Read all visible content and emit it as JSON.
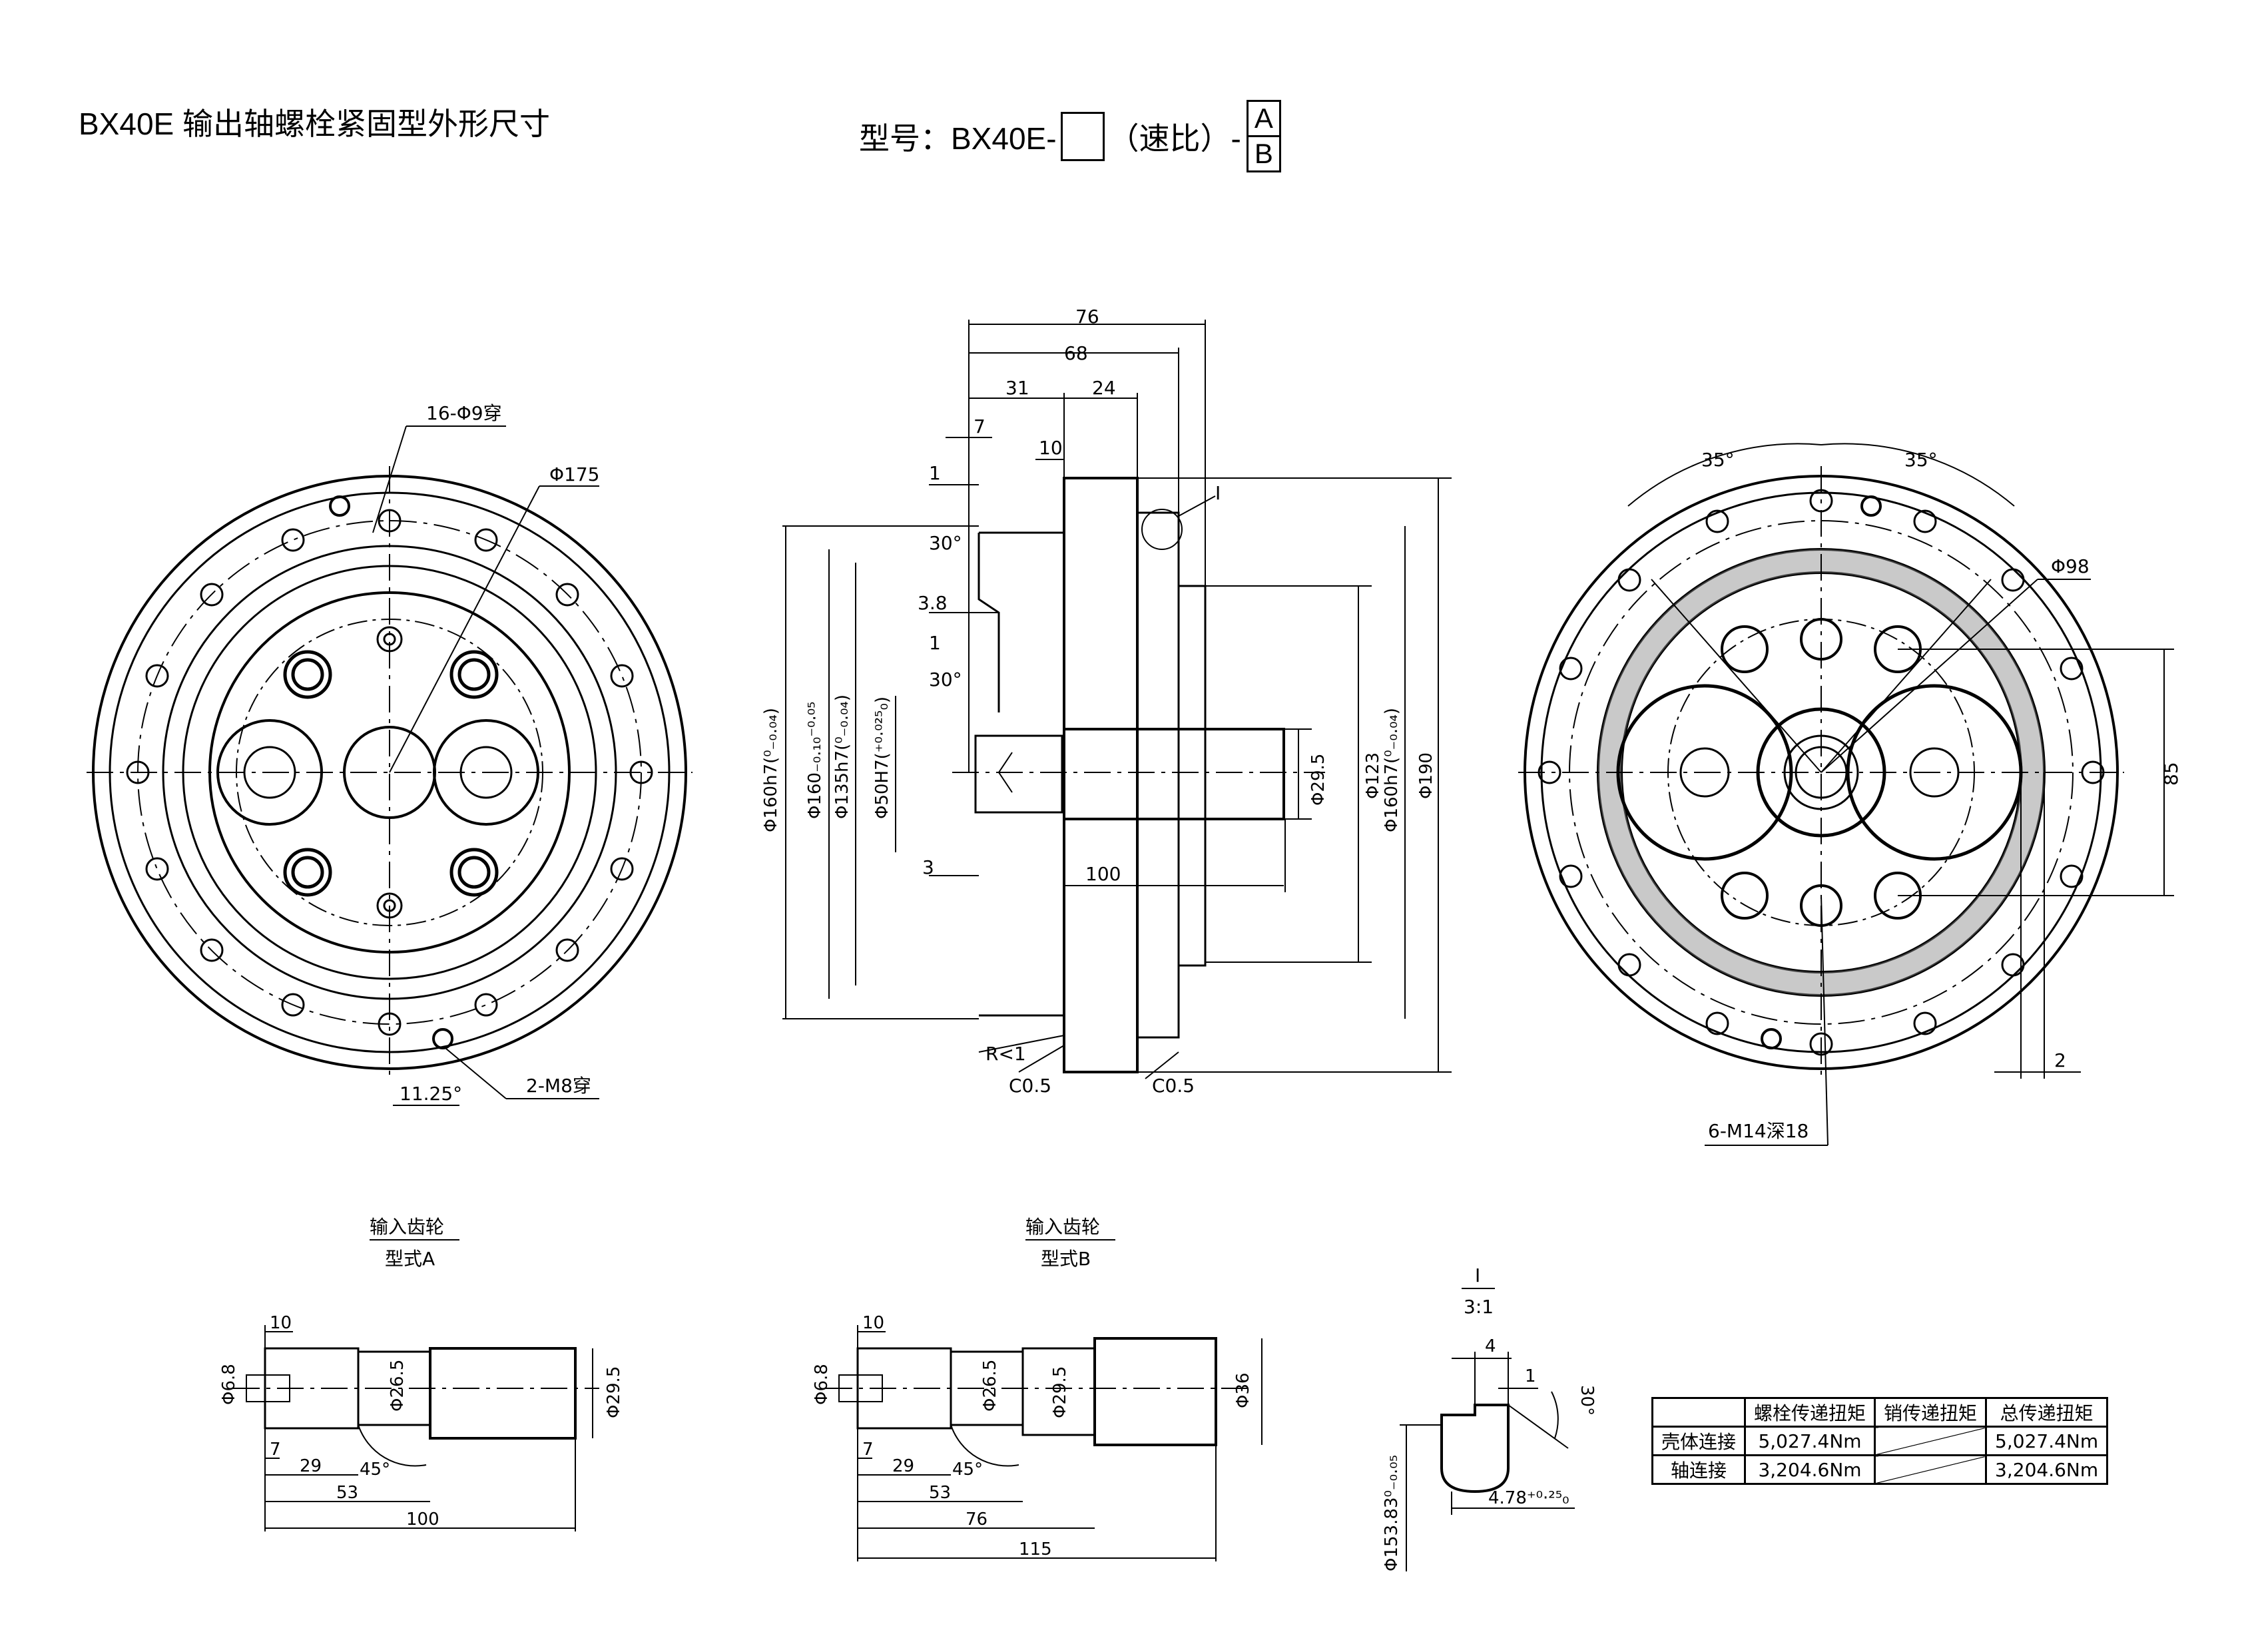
{
  "header": {
    "title": "BX40E 输出轴螺栓紧固型外形尺寸",
    "model_prefix": "型号：BX40E-",
    "model_middle": "（速比）-",
    "option_a": "A",
    "option_b": "B"
  },
  "front_view": {
    "labels": {
      "bolt_holes": "16-Φ9穿",
      "pcd": "Φ175",
      "tap_holes": "2-M8穿",
      "angle": "11.25°"
    }
  },
  "section_view": {
    "dims": {
      "d76": "76",
      "d68": "68",
      "d31": "31",
      "d24": "24",
      "d7": "7",
      "d10": "10",
      "d1a": "1",
      "d30a": "30°",
      "d3_8": "3.8",
      "d1b": "1",
      "d30b": "30°",
      "d3": "3",
      "d100": "100",
      "dia160h7": "Φ160h7(⁰₋₀.₀₄)",
      "dia160": "Φ160₋₀.₁₀⁻⁰·⁰⁵",
      "dia135h7": "Φ135h7(⁰₋₀.₀₄)",
      "dia50H7": "Φ50H7(⁺⁰·⁰²⁵₀)",
      "dia29_5": "Φ29.5",
      "dia123": "Φ123",
      "dia160h7r": "Φ160h7(⁰₋₀.₀₄)",
      "dia190": "Φ190",
      "detail_mark": "I",
      "radius": "R<1",
      "chamfer1": "C0.5",
      "chamfer2": "C0.5"
    }
  },
  "rear_view": {
    "labels": {
      "angle1": "35°",
      "angle2": "35°",
      "dia98": "Φ98",
      "d85": "85",
      "d2": "2",
      "tap": "6-M14深18"
    }
  },
  "gear_a": {
    "caption_top": "输入齿轮",
    "caption_bottom": "型式A",
    "dims": {
      "d10": "10",
      "dia6_8": "Φ6.8",
      "dia26_5": "Φ26.5",
      "dia29_5": "Φ29.5",
      "d7": "7",
      "d29": "29",
      "d45": "45°",
      "d53": "53",
      "d100": "100"
    }
  },
  "gear_b": {
    "caption_top": "输入齿轮",
    "caption_bottom": "型式B",
    "dims": {
      "d10": "10",
      "dia6_8": "Φ6.8",
      "dia26_5": "Φ26.5",
      "dia29_5": "Φ29.5",
      "dia36": "Φ36",
      "d7": "7",
      "d29": "29",
      "d45": "45°",
      "d53": "53",
      "d76": "76",
      "d115": "115"
    }
  },
  "detail_view": {
    "mark": "I",
    "scale": "3:1",
    "dims": {
      "d4": "4",
      "d1": "1",
      "d30": "30°",
      "d4_78": "4.78⁺⁰·²⁵₀",
      "dia153_83": "Φ153.83⁰₋₀.₀₅"
    }
  },
  "torque_table": {
    "headers": [
      "",
      "螺栓传递扭矩",
      "销传递扭矩",
      "总传递扭矩"
    ],
    "rows": [
      {
        "label": "壳体连接",
        "bolt": "5,027.4Nm",
        "total": "5,027.4Nm"
      },
      {
        "label": "轴连接",
        "bolt": "3,204.6Nm",
        "total": "3,204.6Nm"
      }
    ]
  }
}
